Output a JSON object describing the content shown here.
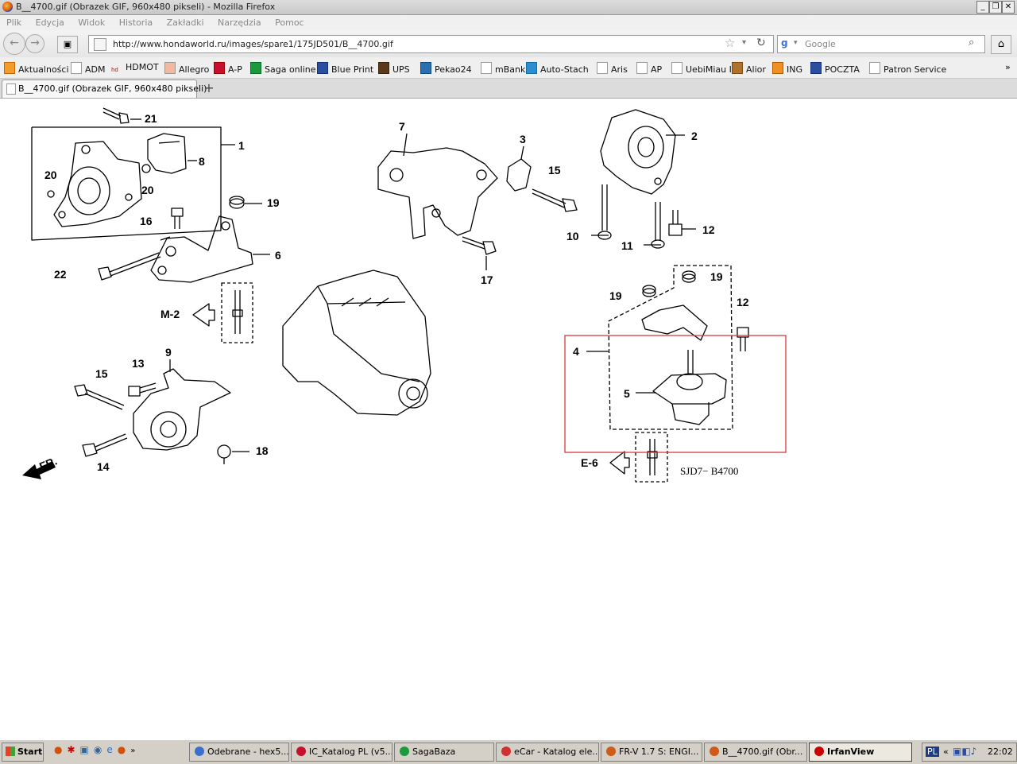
{
  "window": {
    "title": "B__4700.gif (Obrazek GIF, 960x480 pikseli) - Mozilla Firefox"
  },
  "menu": [
    "Plik",
    "Edycja",
    "Widok",
    "Historia",
    "Zakładki",
    "Narzędzia",
    "Pomoc"
  ],
  "nav": {
    "url": "http://www.hondaworld.ru/images/spare1/175JD501/B__4700.gif",
    "search_placeholder": "Google"
  },
  "bookmarks": [
    "Aktualności",
    "ADM",
    "HDMOT",
    "Allegro",
    "A-P",
    "Saga online",
    "Blue Print",
    "UPS",
    "Pekao24",
    "mBank",
    "Auto-Stach",
    "Aris",
    "AP",
    "UebiMiau I",
    "Alior",
    "ING",
    "POCZTA",
    "Patron Service"
  ],
  "tab": {
    "label": "B__4700.gif (Obrazek GIF, 960x480 pikseli)"
  },
  "diagram": {
    "callouts": [
      "21",
      "1",
      "8",
      "20",
      "20",
      "19",
      "16",
      "6",
      "22",
      "M-2",
      "7",
      "3",
      "15",
      "17",
      "2",
      "10",
      "11",
      "12",
      "19",
      "19",
      "12",
      "4",
      "5",
      "E-6",
      "9",
      "13",
      "15",
      "14",
      "18",
      "FR."
    ],
    "code": "SJD7− B4700",
    "highlight_color": "#d9383a"
  },
  "taskbar": {
    "start": "Start",
    "tasks": [
      "Odebrane - hex5...",
      "IC_Katalog PL (v5...",
      "SagaBaza",
      "eCar - Katalog ele...",
      "FR-V 1.7 S: ENGI...",
      "B__4700.gif (Obr...",
      "IrfanView"
    ],
    "lang": "PL",
    "clock": "22:02"
  }
}
